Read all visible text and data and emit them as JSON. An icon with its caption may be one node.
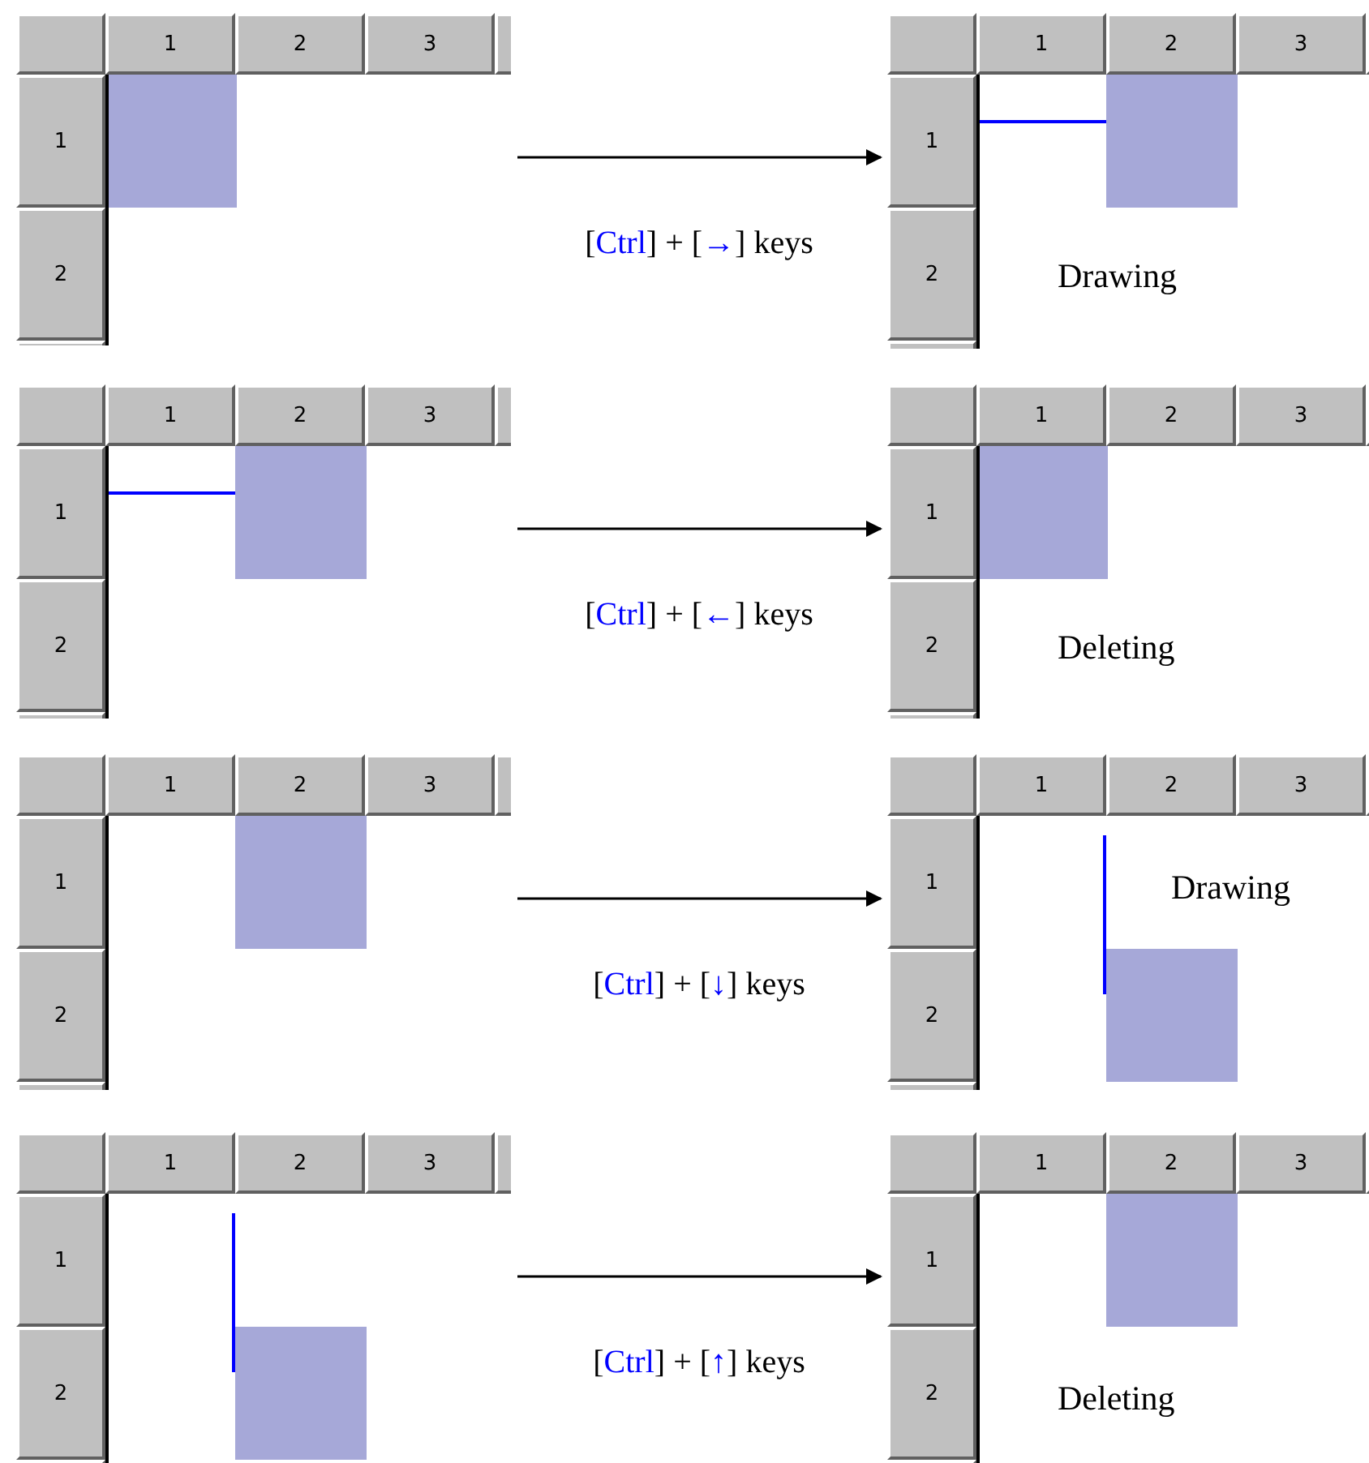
{
  "diagram": {
    "nodes": [
      {
        "text": [
          "1",
          "2",
          "3",
          "1",
          "2"
        ]
      },
      {
        "text": [
          "1",
          "2",
          "3",
          "1",
          "2",
          "Drawing"
        ]
      },
      {
        "text": [
          "1",
          "2",
          "3",
          "1",
          "2"
        ]
      },
      {
        "text": [
          "1",
          "2",
          "3",
          "1",
          "2",
          "Deleting"
        ]
      },
      {
        "text": [
          "1",
          "2",
          "3",
          "1",
          "2"
        ]
      },
      {
        "text": [
          "1",
          "2",
          "3",
          "1",
          "Drawing",
          "2"
        ]
      },
      {
        "text": [
          "1",
          "2",
          "3",
          "1",
          "2"
        ]
      },
      {
        "text": [
          "1",
          "2",
          "3",
          "1",
          "2",
          "Deleting"
        ]
      }
    ],
    "edges": [
      {
        "from": 0,
        "to": 1,
        "arrow": "to",
        "label": "[Ctrl] + [→] keys"
      },
      {
        "from": 2,
        "to": 3,
        "arrow": "to",
        "label": "[Ctrl] + [←] keys"
      },
      {
        "from": 4,
        "to": 5,
        "arrow": "to",
        "label": "[Ctrl] + [↓] keys"
      },
      {
        "from": 6,
        "to": 7,
        "arrow": "to",
        "label": "[Ctrl] + [↑] keys"
      }
    ]
  }
}
